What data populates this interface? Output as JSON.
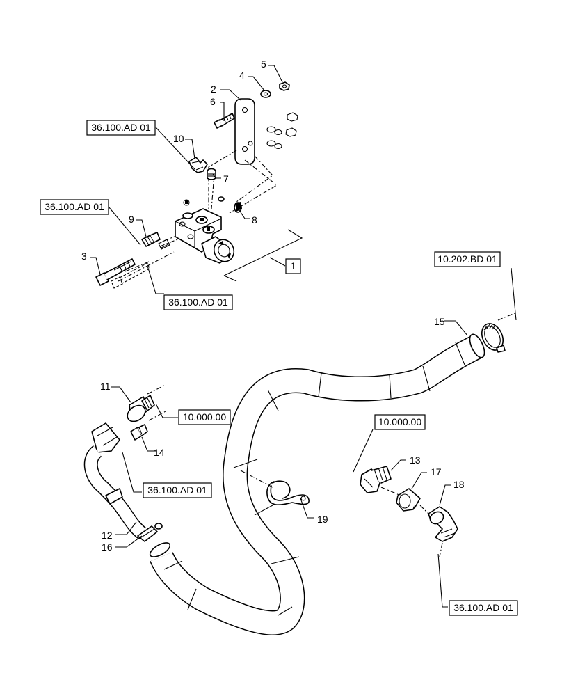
{
  "references": {
    "r1": "36.100.AD 01",
    "r2": "36.100.AD 01",
    "r3": "36.100.AD 01",
    "r4": "10.202.BD 01",
    "r5": "10.000.00",
    "r6": "36.100.AD 01",
    "r7": "10.000.00",
    "r8": "36.100.AD 01",
    "assembly": "1"
  },
  "callouts": {
    "c2": "2",
    "c3": "3",
    "c4": "4",
    "c5": "5",
    "c6": "6",
    "c7": "7",
    "c8": "8",
    "c9": "9",
    "c10": "10",
    "c11": "11",
    "c12": "12",
    "c13": "13",
    "c14": "14",
    "c15": "15",
    "c16": "16",
    "c17": "17",
    "c18": "18",
    "c19": "19"
  }
}
